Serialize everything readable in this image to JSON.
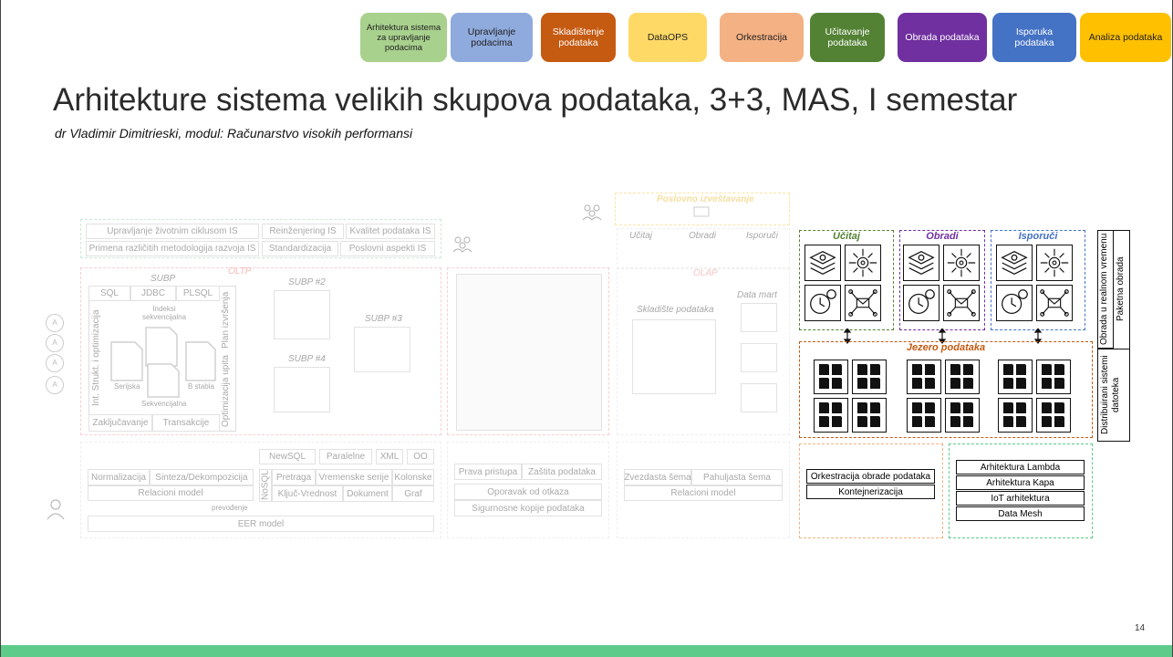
{
  "nav": {
    "tabs": [
      {
        "label": "Arhitektura sistema za upravljanje podacima",
        "color": "#a9d18e"
      },
      {
        "label": "Upravljanje podacima",
        "color": "#8faadc"
      },
      {
        "label": "Skladištenje podataka",
        "color": "#c55a11"
      },
      {
        "label": "DataOPS",
        "color": "#ffd966"
      },
      {
        "label": "Orkestracija",
        "color": "#f4b183"
      },
      {
        "label": "Učitavanje podataka",
        "color": "#548235"
      },
      {
        "label": "Obrada podataka",
        "color": "#7030a0"
      },
      {
        "label": "Isporuka podataka",
        "color": "#4472c4"
      },
      {
        "label": "Analiza podataka",
        "color": "#ffc000"
      }
    ]
  },
  "title": "Arhitekture sistema velikih skupova podataka, 3+3, MAS, I semestar",
  "subtitle": "dr Vladimir Dimitrieski, modul: Računarstvo visokih performansi",
  "faded": {
    "poslovno": "Poslovno izveštavanje",
    "lifecycle": [
      "Upravljanje životnim ciklusom IS",
      "Primena različitih metodologija razvoja IS",
      "Reinženjering IS",
      "Kvalitet podataka IS",
      "Standardizacija",
      "Poslovni aspekti IS"
    ],
    "ucitaj": "Učitaj",
    "obradi": "Obradi",
    "isporuci": "Isporuči",
    "subp": "SUBP",
    "oltp": "OLTP",
    "olap": "OLAP",
    "subp_top": [
      "SQL",
      "JDBC",
      "PLSQL"
    ],
    "int_strukt": "Int. Strukt. i optimizacija",
    "plan": "Plan izvršenja",
    "optim": "Optimizacija upita",
    "indeksi": "Indeksi sekvencijalna",
    "serijska": "Serijska",
    "b_stabla": "B stabla",
    "sekvencijalna": "Sekvencijalna",
    "zakljucavanje": "Zaključavanje",
    "transakcije": "Transakcije",
    "subp2": "SUBP #2",
    "subp3": "SUBP #3",
    "subp4": "SUBP #4",
    "skladiste": "Skladište podataka",
    "datamart": "Data mart",
    "nosql_top": [
      "NewSQL",
      "Paralelne",
      "XML",
      "OO"
    ],
    "normalizacija": "Normalizacija",
    "sinteza": "Sinteza/Dekompozicija",
    "relacioni": "Relacioni model",
    "nosql": "NoSQL",
    "nosql_grid": [
      "Pretraga",
      "Vremenske serije",
      "Kolonske",
      "Ključ-Vrednost",
      "Dokument",
      "Graf"
    ],
    "prevodjenje": "prevođenje",
    "eer": "EER model",
    "prava": "Prava pristupa",
    "zastita": "Zaštita podataka",
    "oporavak": "Oporavak od otkaza",
    "sigurnosne": "Sigurnosne kopije podataka",
    "zvezdasta": "Zvezdasta šema",
    "pahuljasta": "Pahuljasta šema",
    "relacioni2": "Relacioni model",
    "actor": "A"
  },
  "groups": {
    "ucitaj": {
      "title": "Učitaj",
      "color": "#548235"
    },
    "obradi": {
      "title": "Obradi",
      "color": "#7030a0"
    },
    "isporuci": {
      "title": "Isporuči",
      "color": "#4472c4"
    },
    "jezero": {
      "title": "Jezero podataka",
      "color": "#c55a11"
    }
  },
  "side_labels": {
    "paketna": "Paketna obrada",
    "realtime": "Obrada u realnom vremenu",
    "distribuirani": "Distribuirani sistemi datoteka"
  },
  "orchestration": [
    "Orkestracija obrade podataka",
    "Kontejnerizacija"
  ],
  "architectures": [
    "Arhitektura Lambda",
    "Arhitektura Kapa",
    "IoT arhitektura",
    "Data Mesh"
  ],
  "page_number": "14"
}
